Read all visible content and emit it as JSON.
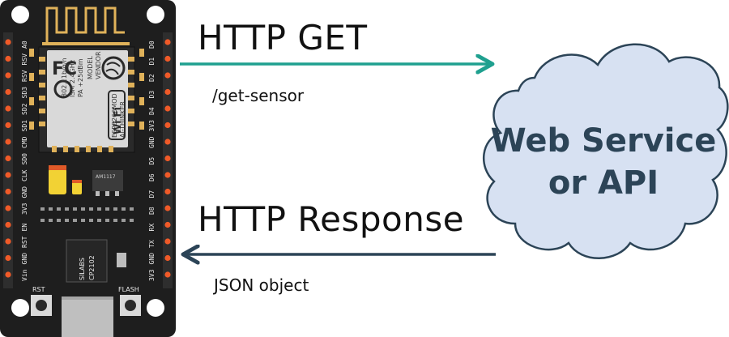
{
  "request": {
    "title": "HTTP GET",
    "path": "/get-sensor",
    "arrow_color": "#1fa08f"
  },
  "response": {
    "title": "HTTP Response",
    "body": "JSON object",
    "arrow_color": "#2c4457"
  },
  "cloud": {
    "line1": "Web Service",
    "line2": "or API",
    "fill": "#d7e1f2",
    "stroke": "#2c4457"
  },
  "board": {
    "module_model": "MODEL",
    "module_vendor": "VENDOR",
    "module_model_value": "ESP8266MOD",
    "module_vendor_value": "AI-THINKER",
    "module_band": "ISM 2.4GHz",
    "module_power": "PA +25dBm",
    "module_standard": "802.11b/g/n",
    "wifi_logo": "Wi Fi",
    "fcc_logo": "FC",
    "regulator_chip": "AM1117",
    "usb_chip_vendor": "SILABS",
    "usb_chip_model": "CP2102",
    "rst_label": "RST",
    "flash_label": "FLASH",
    "left_pins": [
      "A0",
      "RSV",
      "RSV",
      "SD3",
      "SD2",
      "SD1",
      "CMD",
      "SD0",
      "CLK",
      "GND",
      "3V3",
      "EN",
      "RST",
      "GND",
      "Vin"
    ],
    "right_pins": [
      "D0",
      "D1",
      "D2",
      "D3",
      "D4",
      "3V3",
      "GND",
      "D5",
      "D6",
      "D7",
      "D8",
      "RX",
      "TX",
      "GND",
      "3V3"
    ],
    "board_color": "#1e1e1e",
    "pin_color": "#f05a28",
    "gold_color": "#e0b25a"
  }
}
